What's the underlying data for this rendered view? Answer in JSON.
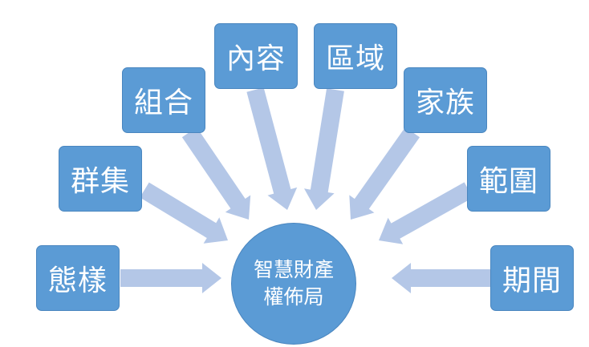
{
  "diagram": {
    "center": {
      "line1": "智慧財產",
      "line2": "權佈局"
    },
    "nodes": [
      {
        "id": "taiyang",
        "label": "態樣"
      },
      {
        "id": "qunji",
        "label": "群集"
      },
      {
        "id": "zuhe",
        "label": "組合"
      },
      {
        "id": "neirong",
        "label": "內容"
      },
      {
        "id": "quyu",
        "label": "區域"
      },
      {
        "id": "jiazu",
        "label": "家族"
      },
      {
        "id": "fanwei",
        "label": "範圍"
      },
      {
        "id": "qijian",
        "label": "期間"
      }
    ],
    "colors": {
      "node_fill": "#5b9bd5",
      "node_border": "#4a86bf",
      "arrow_fill": "#b4c7e7",
      "text": "#ffffff"
    }
  }
}
